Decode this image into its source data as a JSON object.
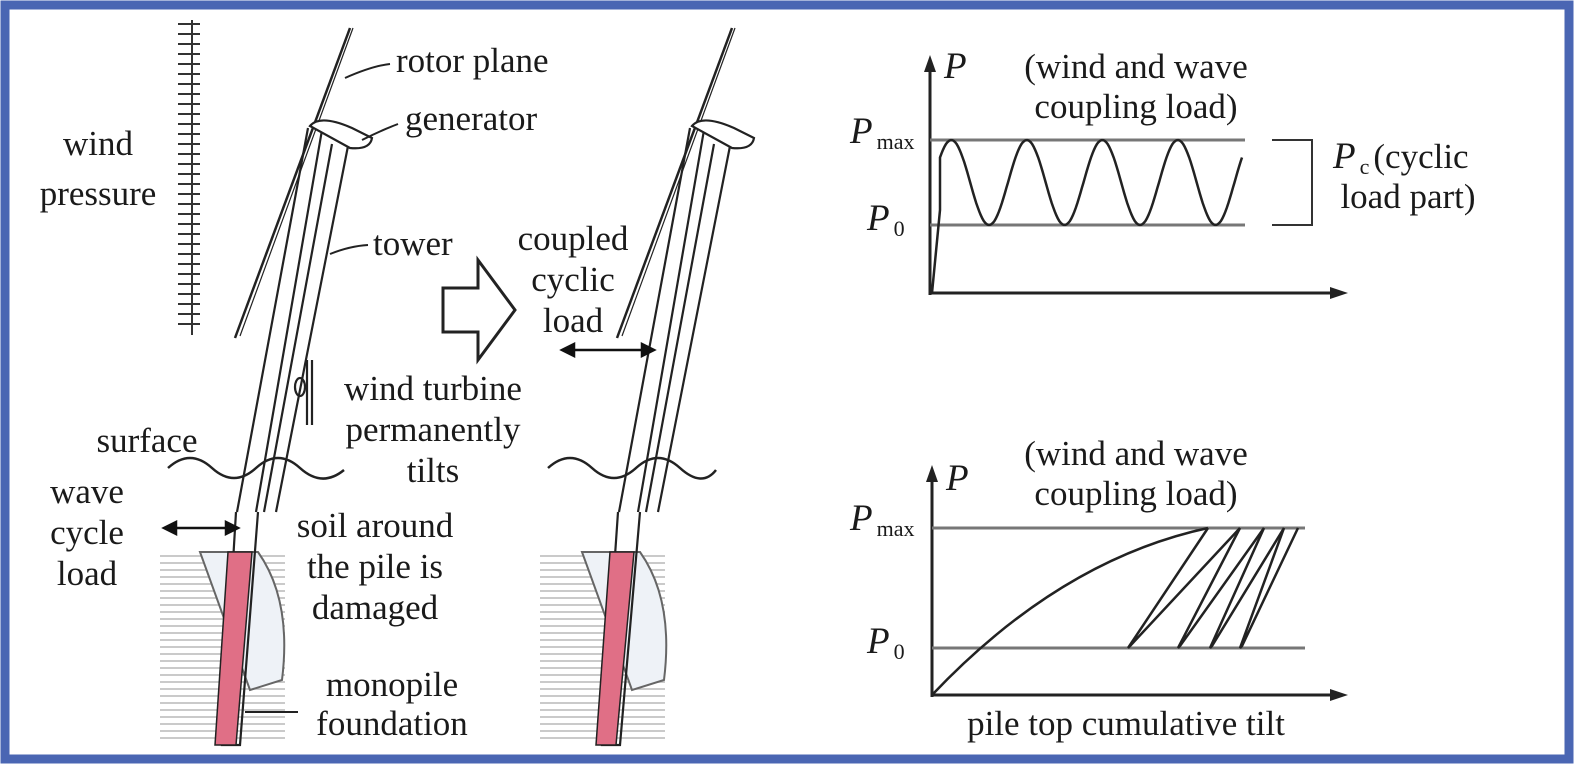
{
  "colors": {
    "frame": "#4a66b3",
    "pile": "#e06f86",
    "line": "#222222",
    "reference_line": "#777777"
  },
  "left_diagram": {
    "wind_label_1": "wind",
    "wind_label_2": "pressure",
    "rotor_label": "rotor plane",
    "generator_label": "generator",
    "tower_label": "tower",
    "coupled_1": "coupled",
    "coupled_2": "cyclic",
    "coupled_3": "load",
    "tilt_1": "wind turbine",
    "tilt_2": "permanently",
    "tilt_3": "tilts",
    "surface_label": "surface",
    "wave_1": "wave",
    "wave_2": "cycle",
    "wave_3": "load",
    "soil_1": "soil around",
    "soil_2": "the pile is",
    "soil_3": "damaged",
    "monopile_1": "monopile",
    "monopile_2": "foundation"
  },
  "chart_top": {
    "axis_symbol": "P",
    "title_1": "(wind and wave",
    "title_2": "coupling load)",
    "pmax_symbol": "P",
    "pmax_sub": "max",
    "p0_symbol": "P",
    "p0_sub": "0",
    "pc_symbol": "P",
    "pc_sub": "c",
    "pc_text_1": "(cyclic",
    "pc_text_2": "load part)"
  },
  "chart_bottom": {
    "axis_symbol": "P",
    "title_1": "(wind and wave",
    "title_2": "coupling load)",
    "pmax_symbol": "P",
    "pmax_sub": "max",
    "p0_symbol": "P",
    "p0_sub": "0",
    "xlabel": "pile top cumulative tilt"
  }
}
